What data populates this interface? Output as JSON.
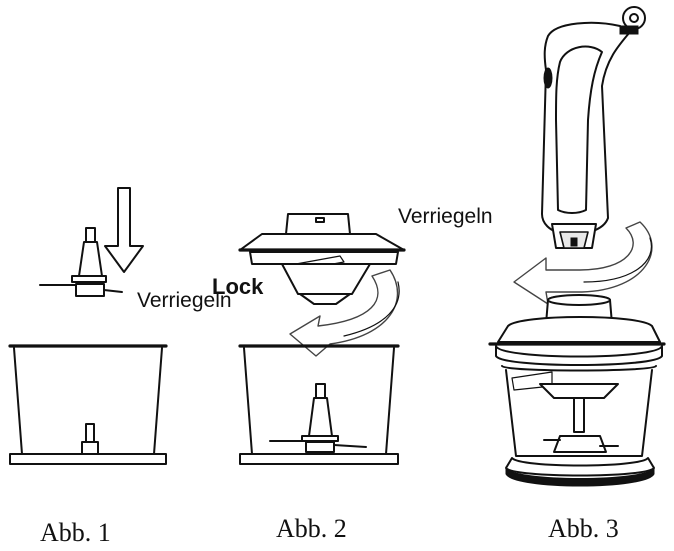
{
  "figures": [
    {
      "caption": "Abb. 1",
      "label": "Verriegeln"
    },
    {
      "caption": "Abb. 2",
      "label": "Lock"
    },
    {
      "caption": "Abb. 3",
      "label": "Verriegeln"
    }
  ]
}
